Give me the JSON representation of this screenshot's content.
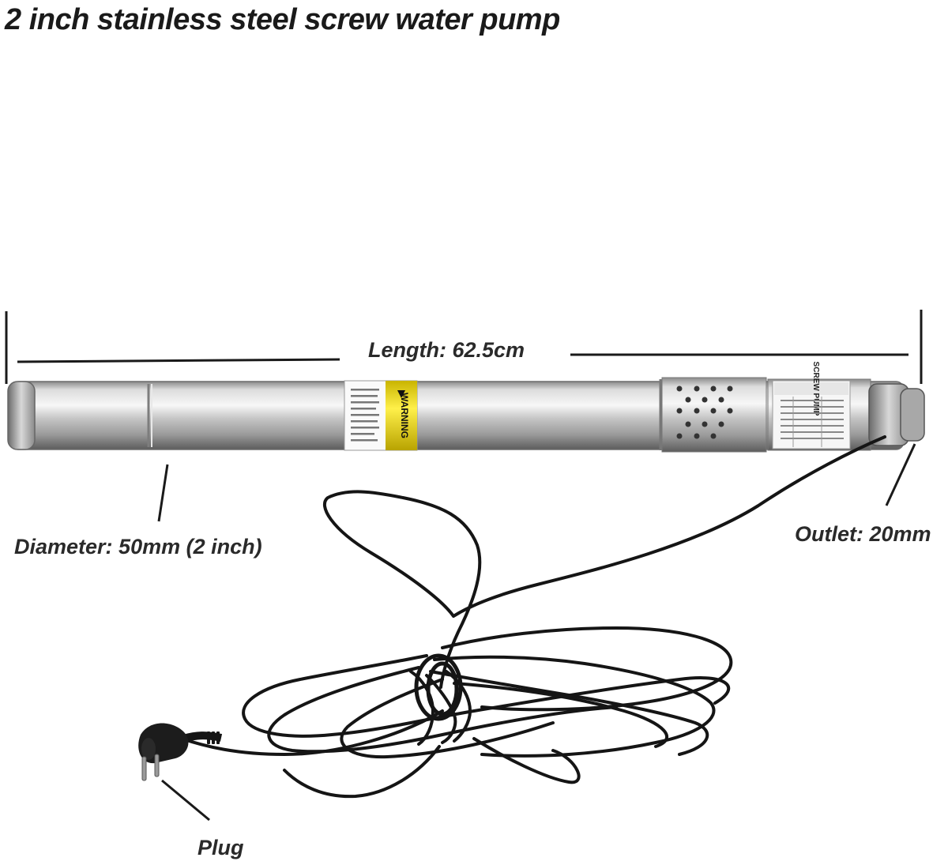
{
  "title": "2 inch stainless steel screw water pump",
  "labels": {
    "length": "Length: 62.5cm",
    "diameter": "Diameter: 50mm (2 inch)",
    "outlet": "Outlet: 20mm",
    "plug": "Plug"
  },
  "pump_label": {
    "warning_text": "WARNING",
    "nameplate_title": "SCREW PUMP"
  },
  "colors": {
    "steel_light": "#f2f2f2",
    "steel_mid": "#b9b9b9",
    "steel_dark": "#6b6b6b",
    "warning_yellow": "#f5e000",
    "cable": "#151515"
  }
}
